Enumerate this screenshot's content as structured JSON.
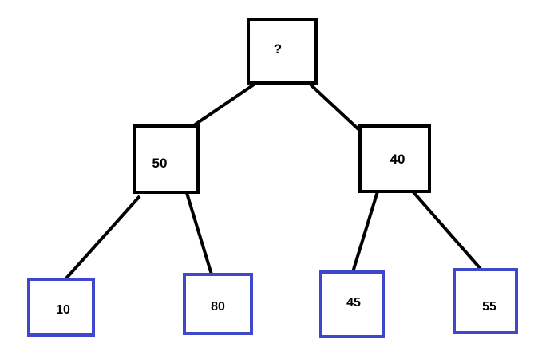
{
  "diagram": {
    "root": {
      "label": "?"
    },
    "internal": [
      {
        "label": "50"
      },
      {
        "label": "40"
      }
    ],
    "leaves": [
      {
        "label": "10"
      },
      {
        "label": "80"
      },
      {
        "label": "45"
      },
      {
        "label": "55"
      }
    ]
  },
  "colors": {
    "internal_border": "#000000",
    "leaf_border": "#3f48cc",
    "edge": "#000000",
    "text": "#000000"
  }
}
